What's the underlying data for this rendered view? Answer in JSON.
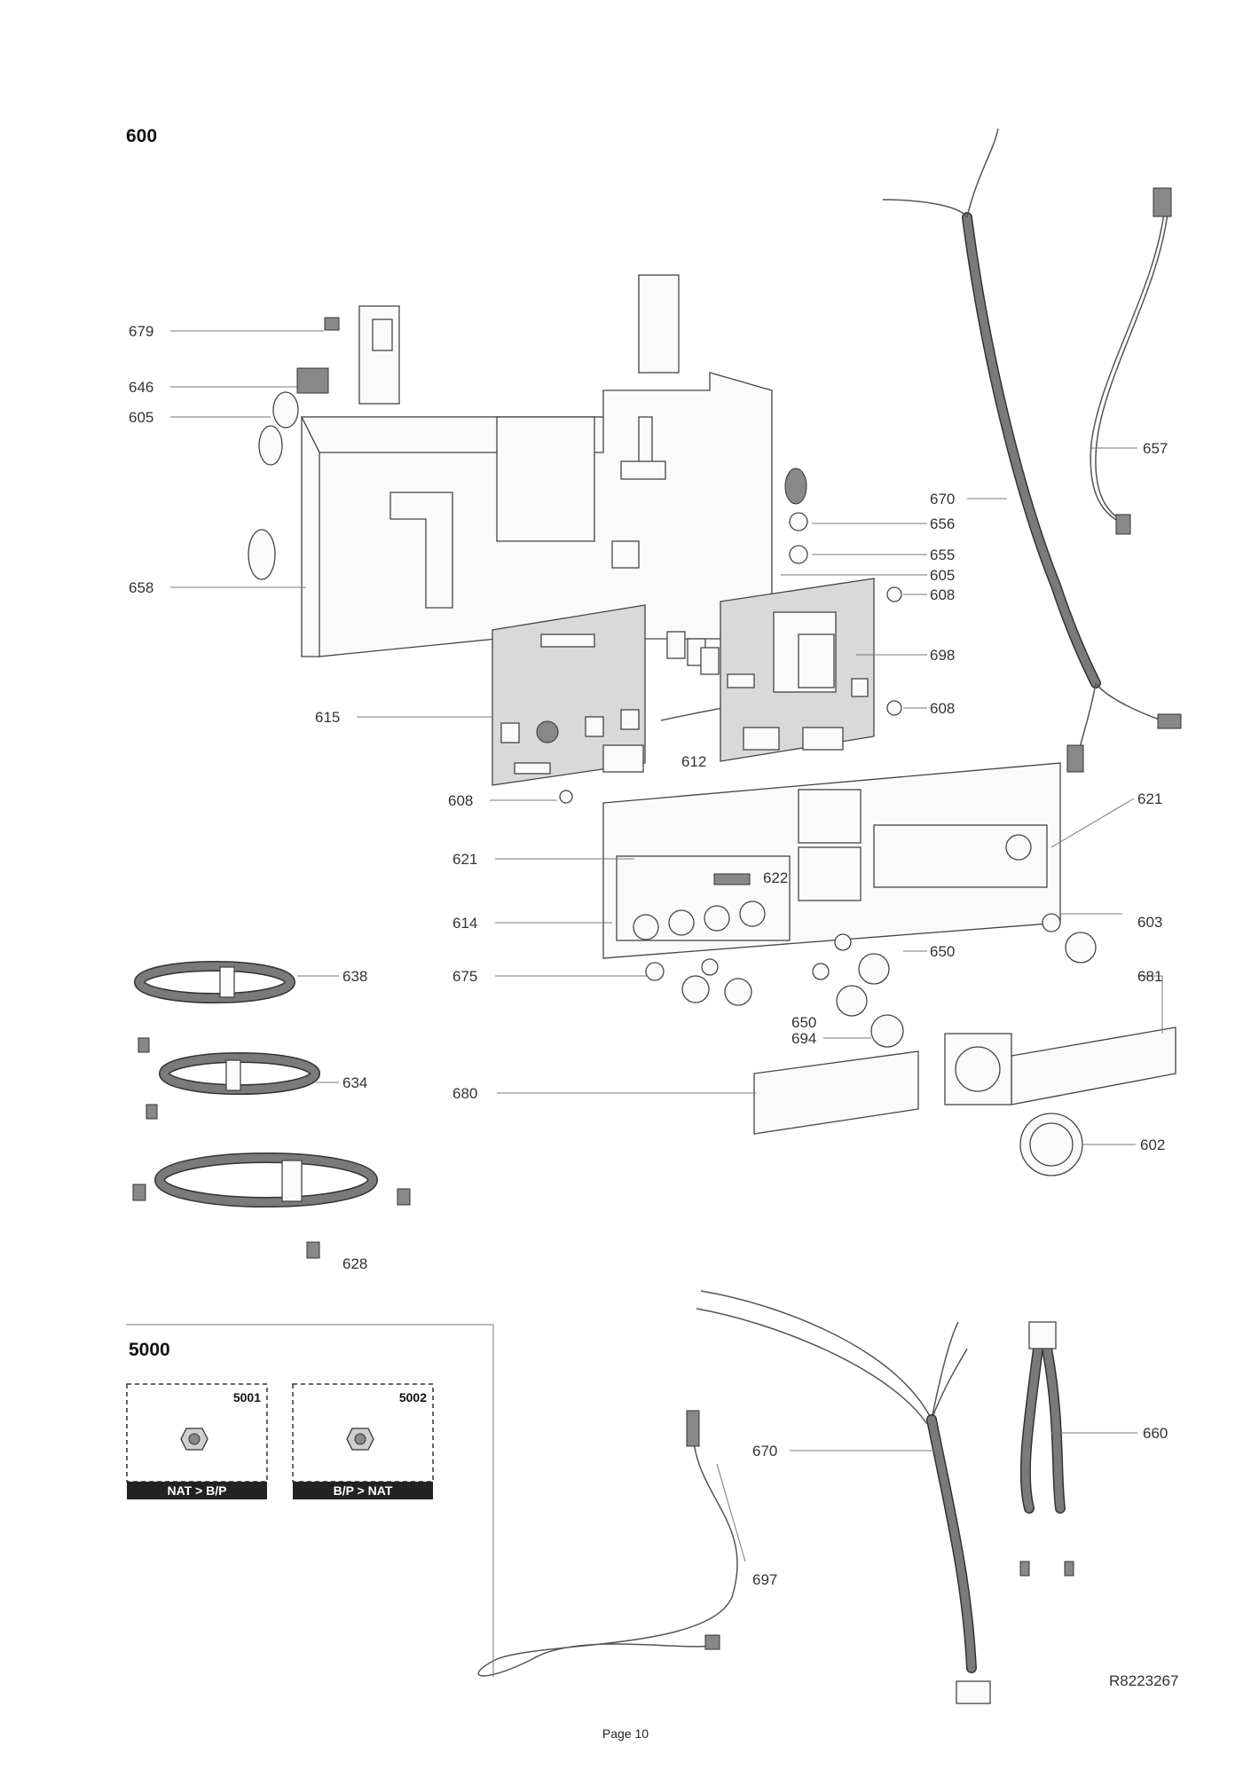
{
  "section_main": "600",
  "section_kits": "5000",
  "kits": [
    {
      "number": "5001",
      "caption": "NAT > B/P"
    },
    {
      "number": "5002",
      "caption": "B/P > NAT"
    }
  ],
  "callouts": {
    "c679": "679",
    "c646": "646",
    "c605a": "605",
    "c658": "658",
    "c615": "615",
    "c608a": "608",
    "c621a": "621",
    "c614": "614",
    "c675": "675",
    "c638": "638",
    "c634": "634",
    "c628": "628",
    "c680": "680",
    "c657": "657",
    "c670a": "670",
    "c656": "656",
    "c655": "655",
    "c605b": "605",
    "c608b": "608",
    "c698": "698",
    "c608c": "608",
    "c612": "612",
    "c621b": "621",
    "c622": "622",
    "c603": "603",
    "c650a": "650",
    "c650b": "650",
    "c694": "694",
    "c681": "681",
    "c602": "602",
    "c670b": "670",
    "c660": "660",
    "c697": "697"
  },
  "drawing_ref": "R8223267",
  "page_label": "Page 10"
}
